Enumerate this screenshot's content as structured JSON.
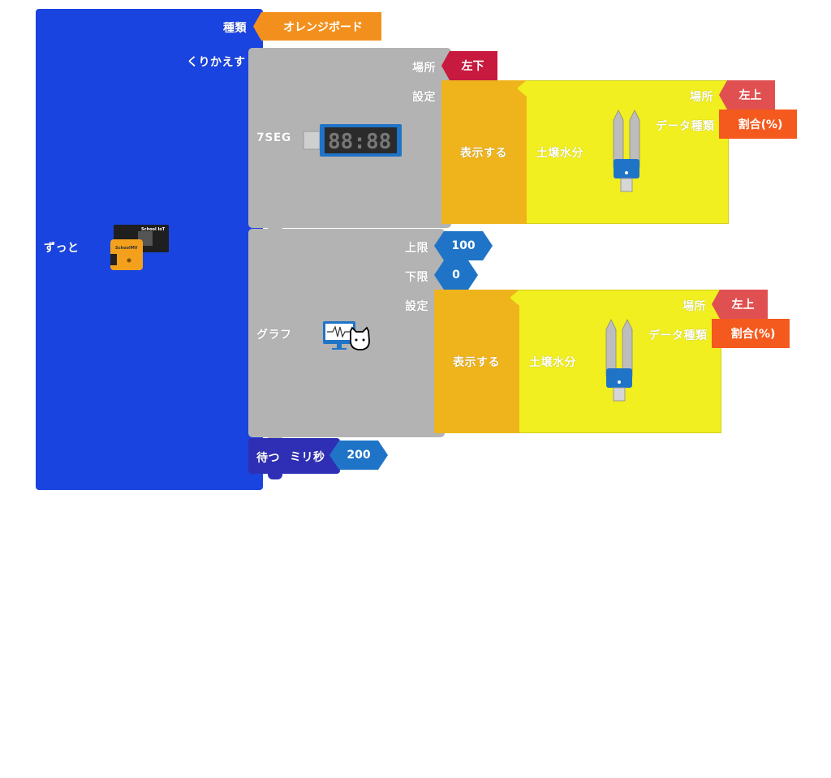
{
  "colors": {
    "forever_blue": "#1a44e0",
    "gray_block": "#b3b3b3",
    "orange_block": "#efb41c",
    "yellow_block": "#f1ef1f",
    "board_orange": "#f3901d",
    "loc_red_dark": "#c8193f",
    "loc_red": "#e05050",
    "data_type_orange": "#f4591e",
    "number_blue": "#1f74c7",
    "wait_purple": "#2f2fb5"
  },
  "forever": {
    "label": "ずっと",
    "icon": "schoolmv-board-icon"
  },
  "board": {
    "label": "種類",
    "value": "オレンジボード"
  },
  "repeat": {
    "label": "くりかえす"
  },
  "seg7": {
    "label": "7SEG",
    "icon": "seven-segment-display-icon",
    "location_label": "場所",
    "location_value": "左下",
    "setting_label": "設定",
    "display_label": "表示する",
    "sensor": {
      "label": "土壌水分",
      "icon": "soil-moisture-sensor-icon",
      "location_label": "場所",
      "location_value": "左上",
      "data_type_label": "データ種類",
      "data_type_value": "割合(%)"
    }
  },
  "graph": {
    "label": "グラフ",
    "icon": "graph-monitor-icon",
    "upper_label": "上限",
    "upper_value": "100",
    "lower_label": "下限",
    "lower_value": "0",
    "setting_label": "設定",
    "display_label": "表示する",
    "sensor": {
      "label": "土壌水分",
      "icon": "soil-moisture-sensor-icon",
      "location_label": "場所",
      "location_value": "左上",
      "data_type_label": "データ種類",
      "data_type_value": "割合(%)"
    }
  },
  "wait": {
    "label": "待つ",
    "unit_label": "ミリ秒",
    "value": "200"
  }
}
